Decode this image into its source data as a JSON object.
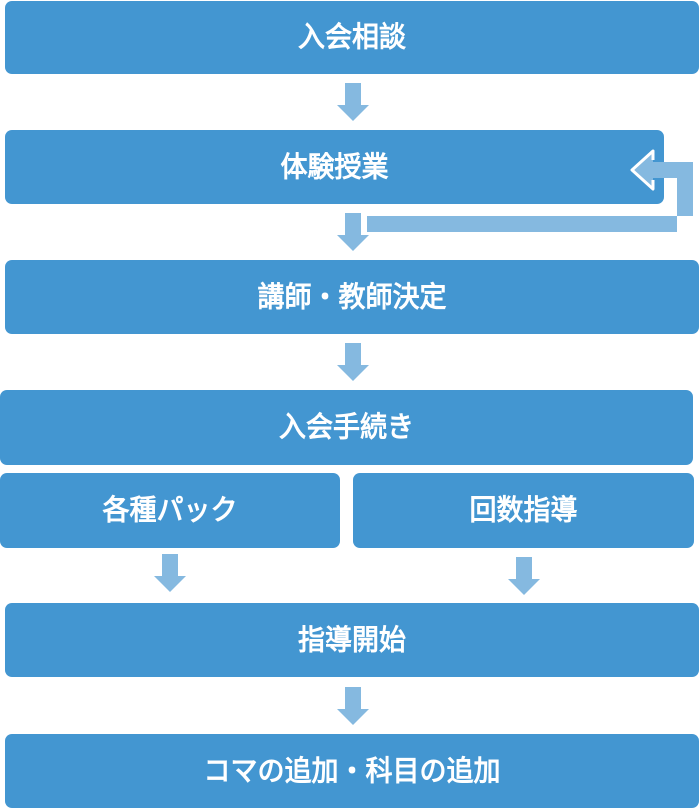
{
  "diagram": {
    "type": "flowchart",
    "colors": {
      "box_fill": "#4396d1",
      "box_text": "#ffffff",
      "arrow_fill": "#85b9e0",
      "background": "#ffffff"
    },
    "steps": [
      {
        "id": "consultation",
        "label": "入会相談"
      },
      {
        "id": "trial-lesson",
        "label": "体験授業"
      },
      {
        "id": "tutor-decision",
        "label": "講師・教師決定"
      },
      {
        "id": "enrollment",
        "label": "入会手続き"
      },
      {
        "id": "pack-plans",
        "label": "各種パック"
      },
      {
        "id": "per-session",
        "label": "回数指導"
      },
      {
        "id": "start-lessons",
        "label": "指導開始"
      },
      {
        "id": "add-more",
        "label": "コマの追加・科目の追加"
      }
    ],
    "connections": [
      {
        "from": "入会相談",
        "to": "体験授業"
      },
      {
        "from": "体験授業",
        "to": "講師・教師決定"
      },
      {
        "from": "体験授業",
        "to": "体験授業",
        "kind": "loop-back"
      },
      {
        "from": "講師・教師決定",
        "to": "入会手続き"
      },
      {
        "from": "各種パック",
        "to": "指導開始"
      },
      {
        "from": "回数指導",
        "to": "指導開始"
      },
      {
        "from": "指導開始",
        "to": "コマの追加・科目の追加"
      }
    ]
  }
}
